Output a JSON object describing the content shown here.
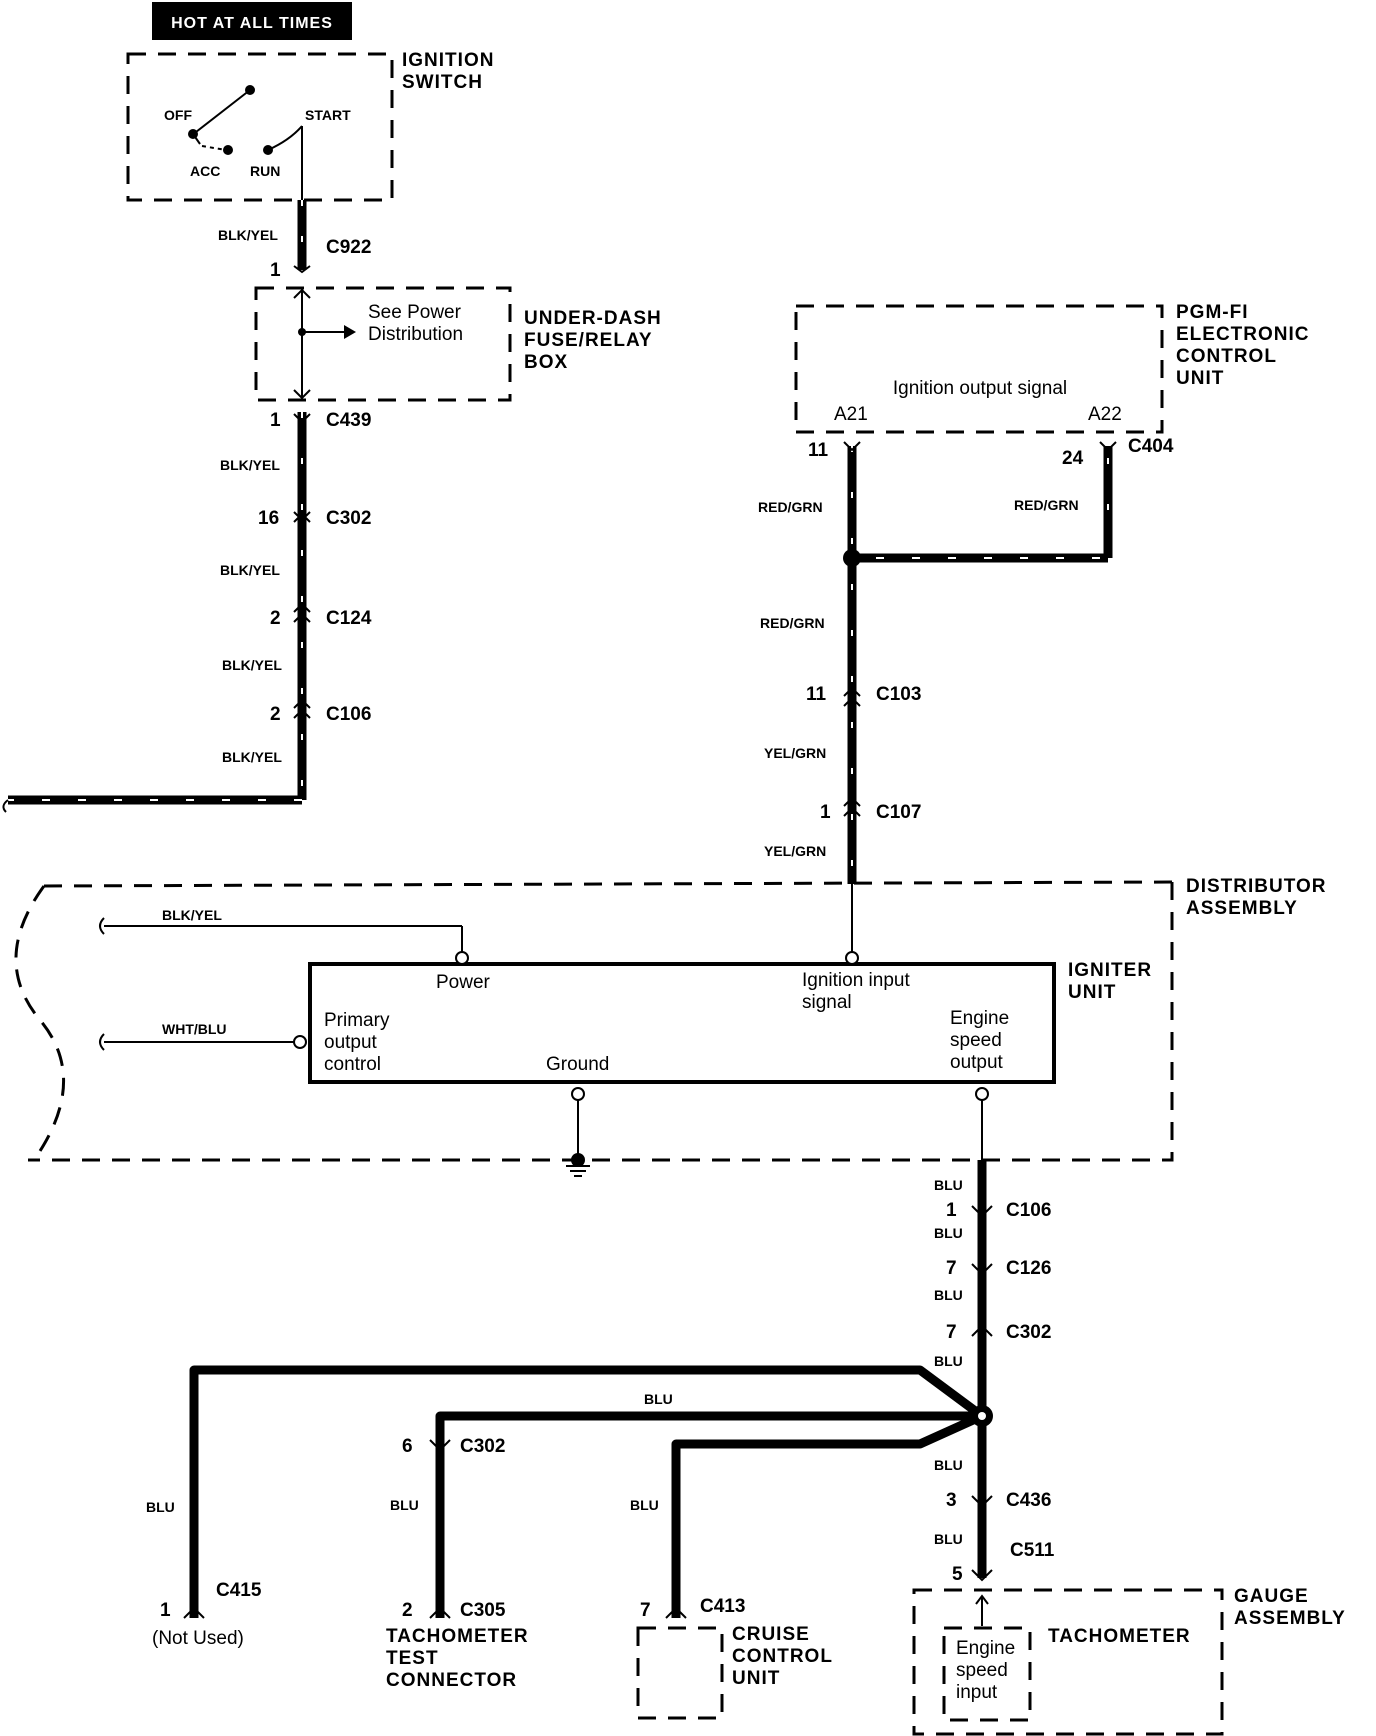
{
  "banner": "HOT AT ALL TIMES",
  "ignition_switch": {
    "title_1": "IGNITION",
    "title_2": "SWITCH",
    "positions": {
      "off": "OFF",
      "start": "START",
      "acc": "ACC",
      "run": "RUN"
    }
  },
  "fuse_box": {
    "title_1": "UNDER-DASH",
    "title_2": "FUSE/RELAY",
    "title_3": "BOX",
    "note_1": "See Power",
    "note_2": "Distribution"
  },
  "ecu": {
    "title_1": "PGM-FI",
    "title_2": "ELECTRONIC",
    "title_3": "CONTROL",
    "title_4": "UNIT",
    "signal": "Ignition output signal",
    "pin_a21": "A21",
    "pin_a22": "A22"
  },
  "left_chain": {
    "wire_1": "BLK/YEL",
    "pin_1": "1",
    "conn_1": "C922",
    "pin_2": "1",
    "conn_2": "C439",
    "wire_2": "BLK/YEL",
    "pin_3": "16",
    "conn_3": "C302",
    "wire_3": "BLK/YEL",
    "pin_4": "2",
    "conn_4": "C124",
    "wire_4": "BLK/YEL",
    "pin_5": "2",
    "conn_5": "C106",
    "wire_5": "BLK/YEL"
  },
  "right_chain": {
    "pin_11": "11",
    "pin_24": "24",
    "conn_c404": "C404",
    "wire_a": "RED/GRN",
    "wire_b": "RED/GRN",
    "wire_c": "RED/GRN",
    "pin_c103": "11",
    "conn_c103": "C103",
    "wire_d": "YEL/GRN",
    "pin_c107": "1",
    "conn_c107": "C107",
    "wire_e": "YEL/GRN"
  },
  "distributor": {
    "title_1": "DISTRIBUTOR",
    "title_2": "ASSEMBLY",
    "igniter_1": "IGNITER",
    "igniter_2": "UNIT",
    "power": "Power",
    "ign_input_1": "Ignition input",
    "ign_input_2": "signal",
    "primary_1": "Primary",
    "primary_2": "output",
    "primary_3": "control",
    "ground": "Ground",
    "engine_1": "Engine",
    "engine_2": "speed",
    "engine_3": "output",
    "wire_blk": "BLK/YEL",
    "wire_wht": "WHT/BLU"
  },
  "output_chain": {
    "wire_1": "BLU",
    "pin_1": "1",
    "conn_1": "C106",
    "wire_2": "BLU",
    "pin_2": "7",
    "conn_2": "C126",
    "wire_3": "BLU",
    "pin_3": "7",
    "conn_3": "C302",
    "wire_4": "BLU",
    "wire_5": "BLU",
    "pin_5": "3",
    "conn_5": "C436",
    "wire_6": "BLU",
    "pin_6": "5",
    "conn_6": "C511",
    "branch_label": "BLU"
  },
  "branches": {
    "c415": {
      "wire": "BLU",
      "pin": "1",
      "conn": "C415",
      "note": "(Not Used)"
    },
    "c305": {
      "wire": "BLU",
      "pin_top": "6",
      "conn_top": "C302",
      "pin": "2",
      "conn": "C305",
      "title_1": "TACHOMETER",
      "title_2": "TEST",
      "title_3": "CONNECTOR"
    },
    "c413": {
      "wire": "BLU",
      "pin": "7",
      "conn": "C413",
      "title_1": "CRUISE",
      "title_2": "CONTROL",
      "title_3": "UNIT"
    }
  },
  "gauge": {
    "title_1": "GAUGE",
    "title_2": "ASSEMBLY",
    "tach": "TACHOMETER",
    "input_1": "Engine",
    "input_2": "speed",
    "input_3": "input"
  }
}
